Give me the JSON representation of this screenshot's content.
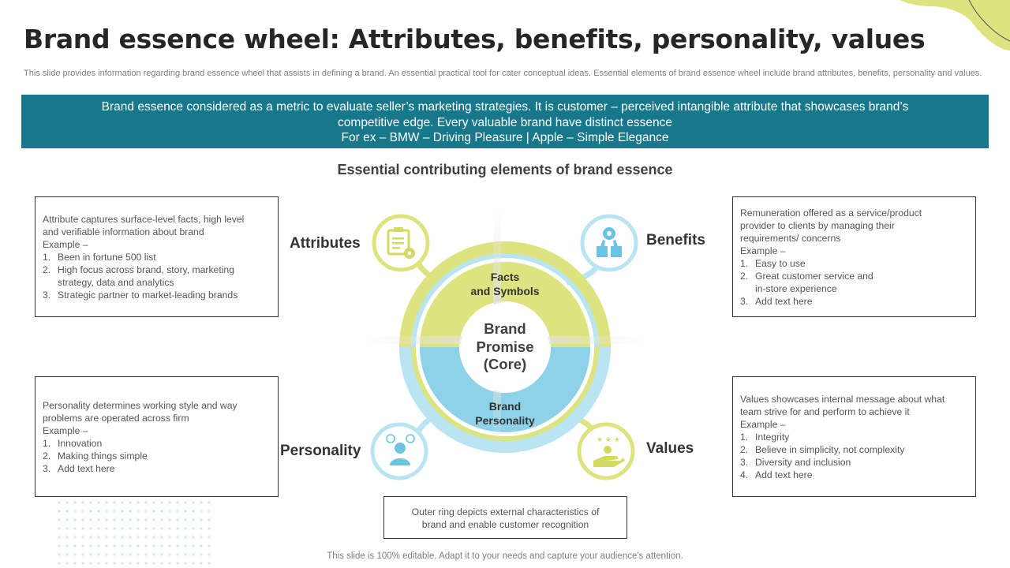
{
  "slide": {
    "title": "Brand essence wheel: Attributes, benefits, personality, values",
    "subtitle": "This slide provides information regarding brand essence wheel that assists in defining a brand. An essential practical tool for cater conceptual ideas. Essential elements of brand essence wheel include brand attributes, benefits, personality and values.",
    "banner_lines": [
      "Brand essence considered as a metric to evaluate seller’s marketing strategies. It is customer – perceived intangible attribute that showcases brand’s",
      "competitive edge. Every valuable brand have distinct essence",
      "For ex – BMW – Driving Pleasure | Apple – Simple Elegance"
    ],
    "section_heading": "Essential contributing elements of brand essence",
    "footer": "This slide is 100% editable. Adapt it to your needs and capture your audience's attention."
  },
  "wheel": {
    "outer_ring_label": "Facts and Symbols",
    "outer_ring_lines": [
      "Facts",
      "and Symbols"
    ],
    "inner_ring_lines": [
      "Brand",
      "Personality"
    ],
    "core_lines": [
      "Brand",
      "Promise",
      "(Core)"
    ],
    "note_lines": [
      "Outer ring depicts external characteristics of",
      "brand and enable customer recognition"
    ],
    "colors": {
      "green": "#dde37f",
      "blue": "#8dd2e8",
      "light_blue": "#b9e4f1",
      "teal": "#16788a"
    }
  },
  "quadrants": {
    "attributes": {
      "label": "Attributes",
      "icon": "clipboard-gear-icon",
      "description_lines": [
        "Attribute captures surface-level  facts, high level",
        "and verifiable  information  about brand"
      ],
      "example_label": "Example –",
      "items": [
        {
          "num": "1.",
          "lines": [
            "Been in fortune  500 list"
          ]
        },
        {
          "num": "2.",
          "lines": [
            "High focus across brand,  story, marketing",
            "strategy, data and analytics"
          ]
        },
        {
          "num": "3.",
          "lines": [
            "Strategic partner  to market-leading  brands"
          ]
        }
      ]
    },
    "benefits": {
      "label": "Benefits",
      "icon": "thumbs-up-icon",
      "description_lines": [
        "Remuneration  offered  as a service/product",
        "provider  to clients by managing  their",
        "requirements/  concerns"
      ],
      "example_label": "Example –",
      "items": [
        {
          "num": "1.",
          "lines": [
            "Easy to use"
          ]
        },
        {
          "num": "2.",
          "lines": [
            "Great customer service  and",
            "in-store experience"
          ]
        },
        {
          "num": "3.",
          "lines": [
            "Add text here"
          ]
        }
      ]
    },
    "personality": {
      "label": "Personality",
      "icon": "user-emotions-icon",
      "description_lines": [
        "Personality determines working style and way",
        "problems are operated  across firm"
      ],
      "example_label": "Example –",
      "items": [
        {
          "num": "1.",
          "lines": [
            "Innovation"
          ]
        },
        {
          "num": "2.",
          "lines": [
            "Making things simple"
          ]
        },
        {
          "num": "3.",
          "lines": [
            "Add text here"
          ]
        }
      ]
    },
    "values": {
      "label": "Values",
      "icon": "hand-stars-icon",
      "description_lines": [
        "Values showcases internal  message about  what",
        "team strive for and perform  to achieve it"
      ],
      "example_label": "Example –",
      "items": [
        {
          "num": "1.",
          "lines": [
            "Integrity"
          ]
        },
        {
          "num": "2.",
          "lines": [
            "Believe  in simplicity, not complexity"
          ]
        },
        {
          "num": "3.",
          "lines": [
            "Diversity  and inclusion"
          ]
        },
        {
          "num": "4.",
          "lines": [
            "Add text here"
          ]
        }
      ]
    }
  }
}
